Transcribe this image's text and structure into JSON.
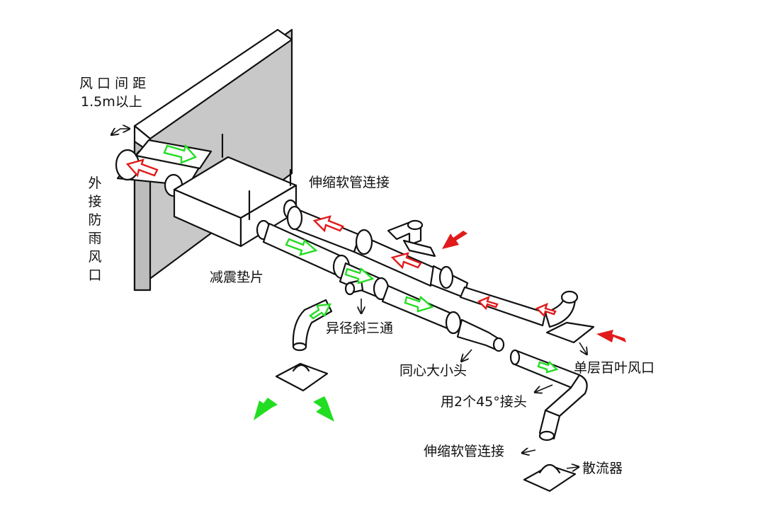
{
  "labels": {
    "vent_spacing_line1": "风 口 间 距",
    "vent_spacing_line2": "1.5m以上",
    "external_rain_vent": "外接防雨风口",
    "flexible_hose_top": "伸缩软管连接",
    "damping_pad": "减震垫片",
    "reducing_wye": "异径斜三通",
    "concentric_reducer": "同心大小头",
    "single_louver_vent": "单层百叶风口",
    "two_45_elbows": "用2个45°接头",
    "flexible_hose_bottom": "伸缩软管连接",
    "diffuser": "散流器"
  },
  "colors": {
    "line": "#111111",
    "wall": "#c8c8c8",
    "supply_arrow": "#22dd22",
    "return_arrow": "#e11b1b",
    "background": "#ffffff"
  },
  "icons": [
    "green-flow-arrow",
    "red-flow-arrow",
    "double-headed-arrow",
    "pointer-arrow"
  ]
}
